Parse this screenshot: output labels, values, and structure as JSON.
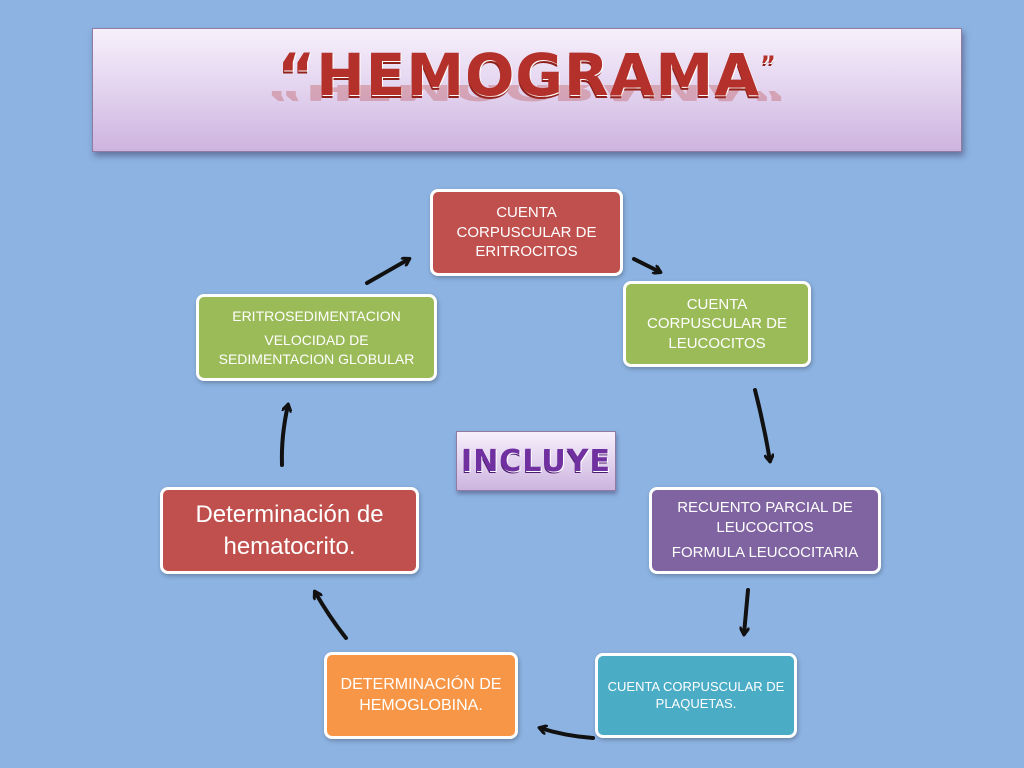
{
  "title": {
    "open_quote": "“",
    "text": "HEMOGRAMA",
    "close_quote": "”"
  },
  "center_label": "INCLUYE",
  "nodes": {
    "eritrocitos": {
      "line1": "CUENTA CORPUSCULAR DE ERITROCITOS"
    },
    "leucocitos": {
      "line1": "CUENTA CORPUSCULAR DE LEUCOCITOS"
    },
    "recuento": {
      "line1": "RECUENTO PARCIAL  DE LEUCOCITOS",
      "line2": "FORMULA LEUCOCITARIA"
    },
    "plaquetas": {
      "line1": "CUENTA CORPUSCULAR DE PLAQUETAS."
    },
    "hemoglobina": {
      "line1": "DETERMINACIÓN DE HEMOGLOBINA."
    },
    "hematocrito": {
      "line1": "Determinación de hematocrito."
    },
    "eritrosedimentacion": {
      "line1": "ERITROSEDIMENTACION",
      "line2": "VELOCIDAD DE SEDIMENTACION GLOBULAR"
    }
  },
  "colors": {
    "background": "#8db3e2",
    "red": "#c0504d",
    "green": "#9bbb59",
    "purple": "#8064a2",
    "teal": "#4bacc6",
    "orange": "#f79646",
    "title_text": "#b3312a",
    "center_text": "#7030a0",
    "arrow": "#111111"
  },
  "icons": [
    "arrow-icon"
  ]
}
